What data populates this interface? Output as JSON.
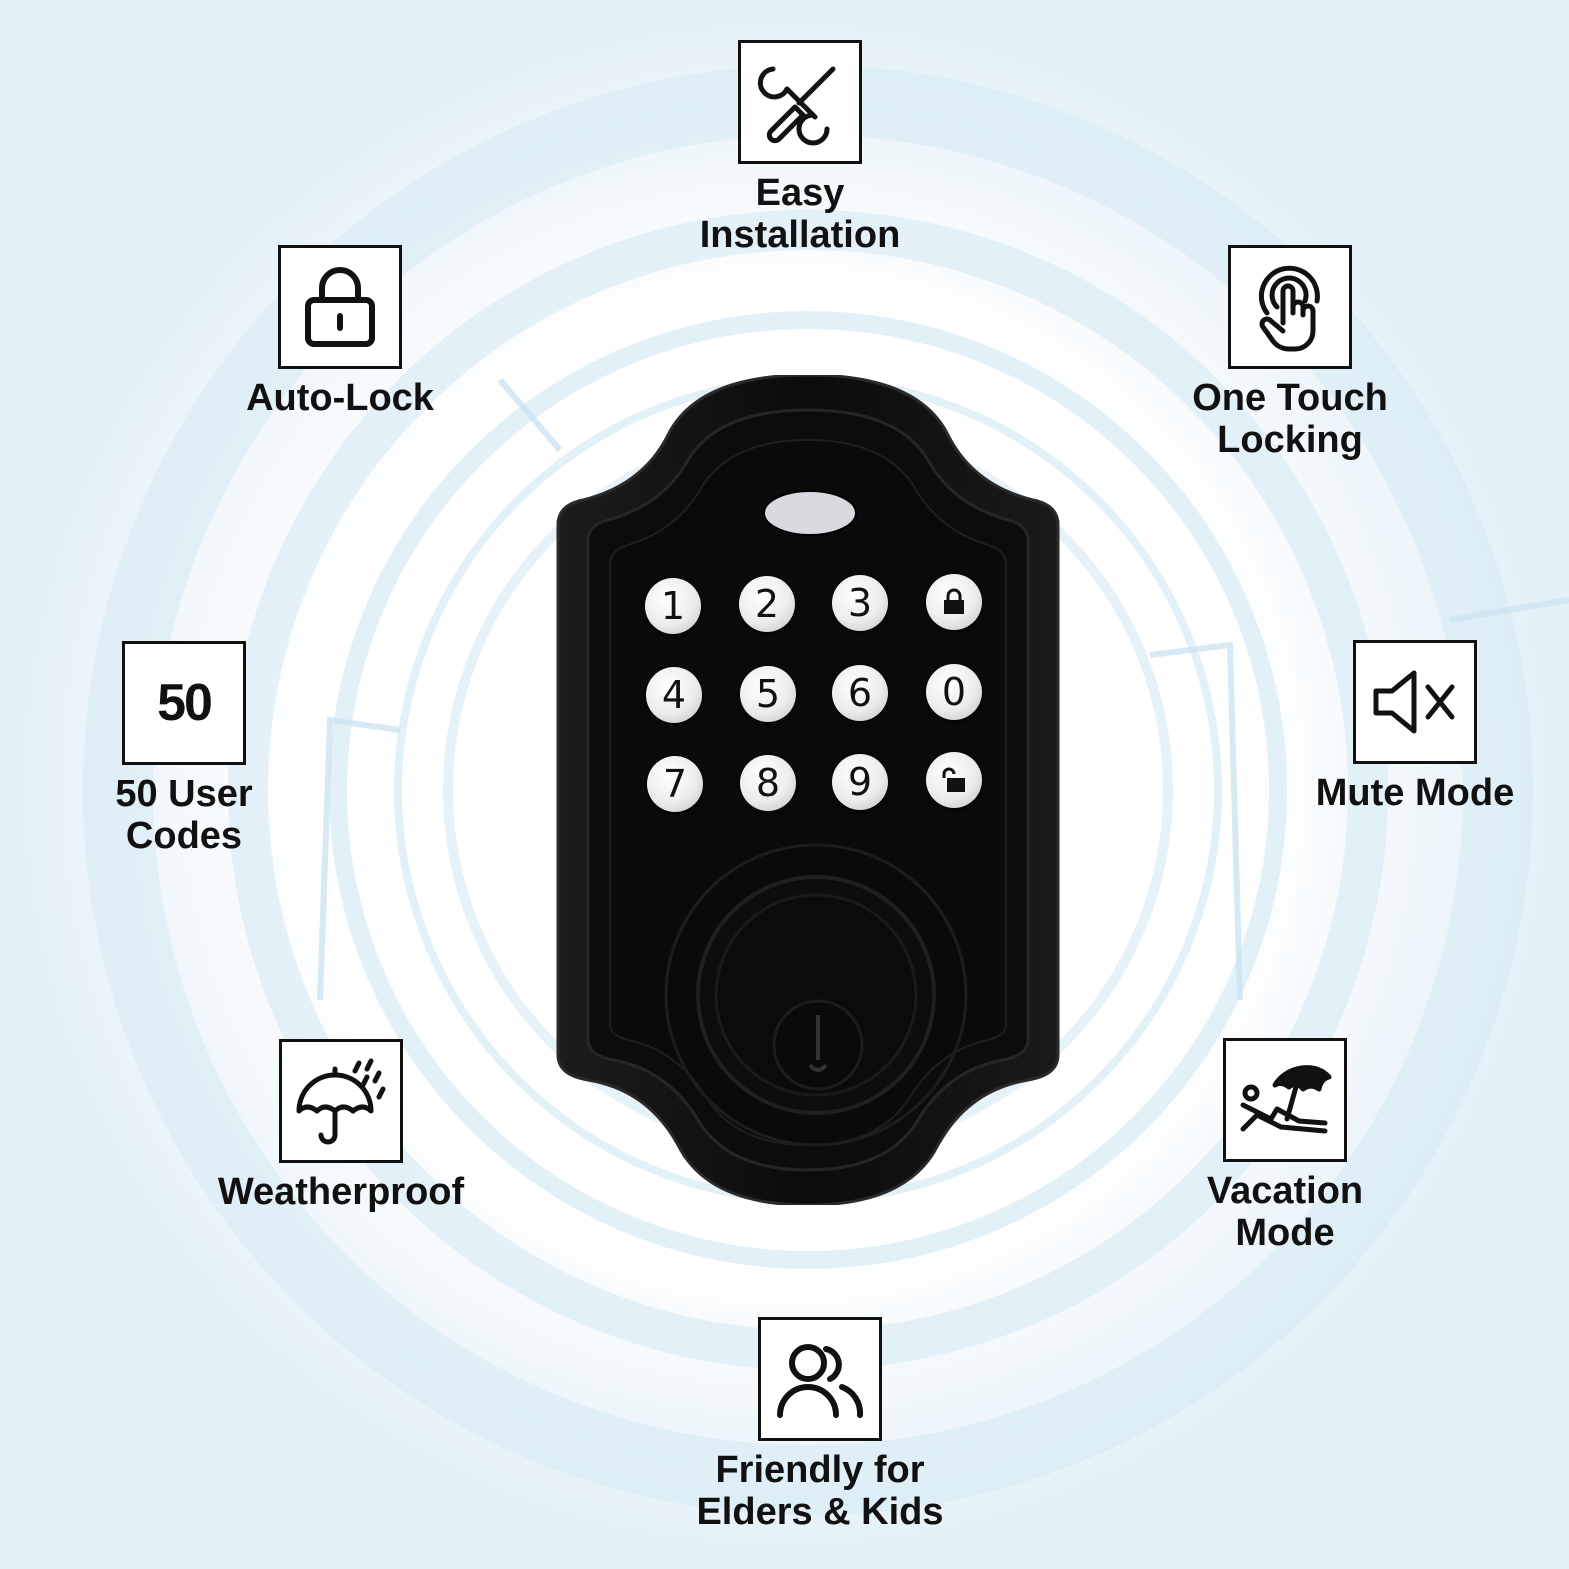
{
  "features": [
    {
      "id": "easy-installation",
      "label": "Easy\nInstallation",
      "icon": "wrench-screwdriver-icon"
    },
    {
      "id": "auto-lock",
      "label": "Auto-Lock",
      "icon": "padlock-icon"
    },
    {
      "id": "one-touch-locking",
      "label": "One Touch\nLocking",
      "icon": "touch-finger-icon"
    },
    {
      "id": "user-codes",
      "label": "50 User\nCodes",
      "icon": "number-50-icon",
      "icon_text": "50"
    },
    {
      "id": "mute-mode",
      "label": "Mute Mode",
      "icon": "speaker-mute-icon"
    },
    {
      "id": "weatherproof",
      "label": "Weatherproof",
      "icon": "umbrella-rain-icon"
    },
    {
      "id": "vacation-mode",
      "label": "Vacation\nMode",
      "icon": "beach-chair-umbrella-icon"
    },
    {
      "id": "friendly",
      "label": "Friendly for\nElders & Kids",
      "icon": "users-icon"
    }
  ],
  "keypad": {
    "keys": [
      "1",
      "2",
      "3",
      "lock",
      "4",
      "5",
      "6",
      "0",
      "7",
      "8",
      "9",
      "unlock"
    ]
  },
  "colors": {
    "background": "#ffffff",
    "ring": "#cfe6f3",
    "lock_body": "#0e0e0e",
    "text": "#111111"
  }
}
